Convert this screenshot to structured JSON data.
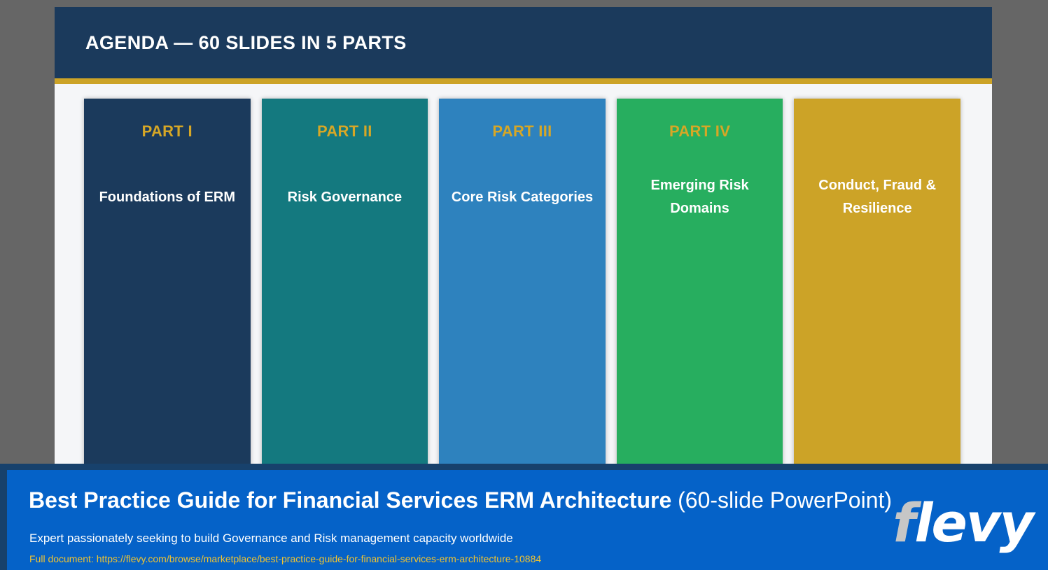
{
  "slide": {
    "header": {
      "title": "AGENDA — 60 SLIDES IN 5 PARTS",
      "background_color": "#1b3a5c",
      "accent_color": "#cca327"
    },
    "cards": [
      {
        "label": "PART I",
        "title": "Foundations of ERM",
        "color": "#1b3a5c"
      },
      {
        "label": "PART II",
        "title": "Risk Governance",
        "color": "#14797f"
      },
      {
        "label": "PART III",
        "title": "Core Risk Categories",
        "color": "#2e82be"
      },
      {
        "label": "PART IV",
        "title": "Emerging Risk Domains",
        "color": "#27ae5f"
      },
      {
        "label": "",
        "title": "Conduct, Fraud & Resilience",
        "color": "#cca327"
      }
    ]
  },
  "footer": {
    "title_main": "Best Practice Guide for Financial Services ERM Architecture",
    "title_sub": "(60-slide PowerPoint)",
    "subtitle": "Expert passionately seeking to build Governance and Risk management  capacity worldwide",
    "url_line": "Full document: https://flevy.com/browse/marketplace/best-practice-guide-for-financial-services-erm-architecture-10884",
    "logo_first": "f",
    "logo_rest": "levy",
    "background_color": "#0562c8",
    "url_color": "#f0c330"
  }
}
